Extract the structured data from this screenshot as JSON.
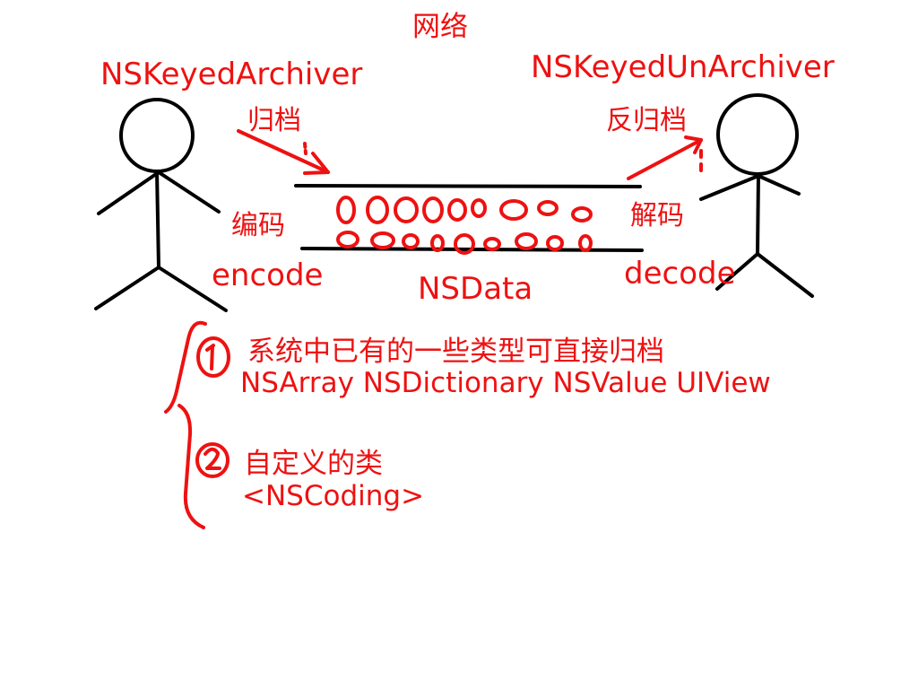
{
  "colors": {
    "ink_red": "#ee1111",
    "ink_black": "#000000",
    "background": "#ffffff"
  },
  "title": "网络",
  "actors": {
    "sender": "NSKeyedArchiver",
    "receiver": "NSKeyedUnArchiver"
  },
  "arrows": {
    "archive": "归档",
    "unarchive": "反归档"
  },
  "pipe": {
    "encode_cn": "编码",
    "encode_en": "encode",
    "decode_cn": "解码",
    "decode_en": "decode",
    "data_label": "NSData"
  },
  "notes": [
    {
      "marker": "1",
      "line1": "系统中已有的一些类型可直接归档",
      "line2": "NSArray  NSDictionary NSValue  UIView"
    },
    {
      "marker": "2",
      "line1": "自定义的类",
      "line2": "<NSCoding>"
    }
  ],
  "icons": [
    "stick-figure-left-icon",
    "stick-figure-right-icon",
    "arrow-right-icon",
    "arrow-up-right-icon",
    "circled-one-icon",
    "circled-two-icon",
    "brace-icon"
  ]
}
